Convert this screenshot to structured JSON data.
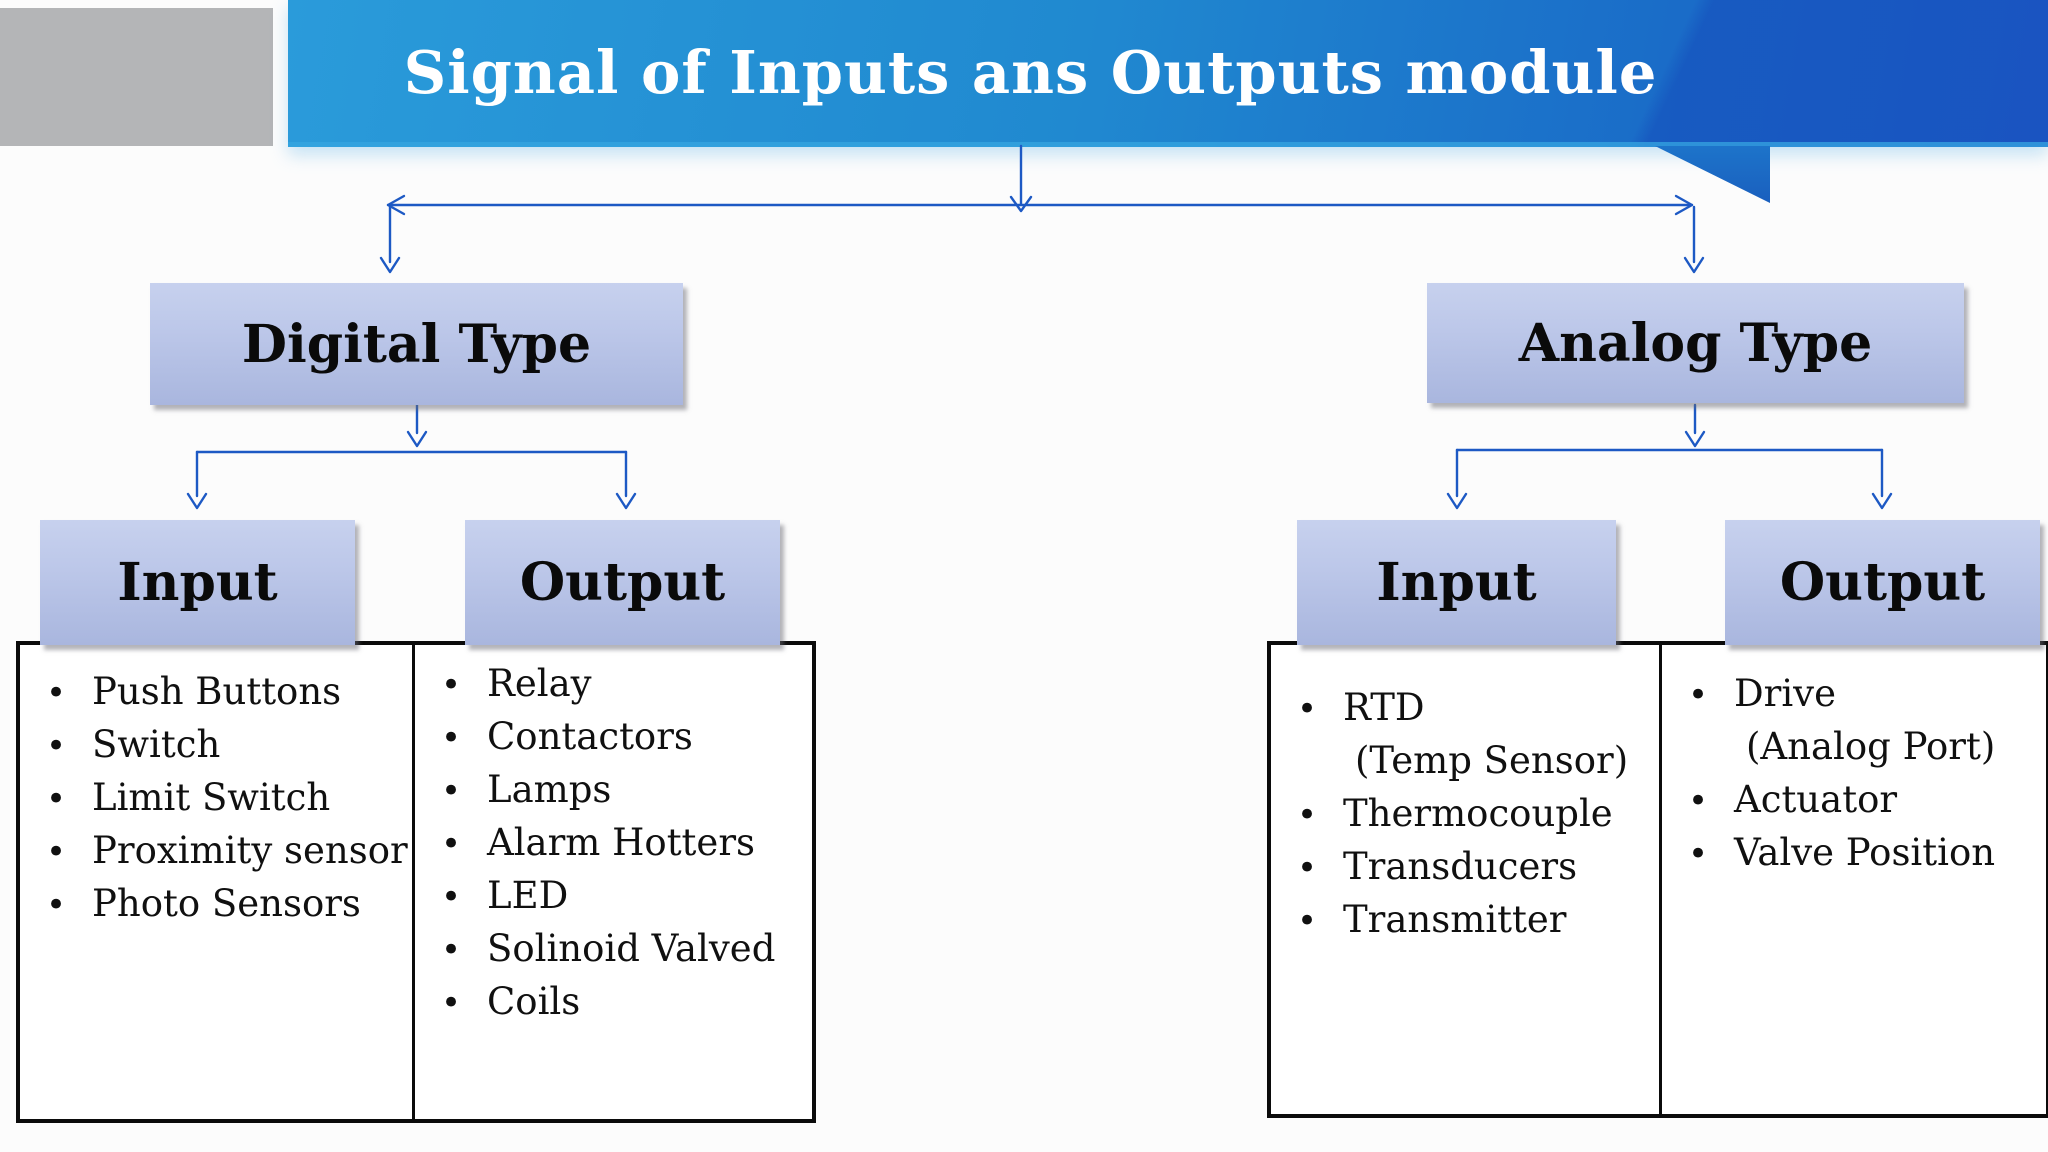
{
  "header": {
    "title": "Signal of Inputs ans Outputs module"
  },
  "nodes": {
    "digital": {
      "label": "Digital Type"
    },
    "analog": {
      "label": "Analog Type"
    },
    "digital_input": {
      "label": "Input"
    },
    "digital_output": {
      "label": "Output"
    },
    "analog_input": {
      "label": "Input"
    },
    "analog_output": {
      "label": "Output"
    }
  },
  "lists": {
    "digital_input": [
      "Push Buttons",
      "Switch",
      "Limit Switch",
      "Proximity sensor",
      "Photo Sensors"
    ],
    "digital_output": [
      "Relay",
      "Contactors",
      "Lamps",
      "Alarm Hotters",
      "LED",
      "Solinoid Valved",
      "Coils"
    ],
    "analog_input": [
      [
        "RTD",
        "(Temp Sensor)"
      ],
      "Thermocouple",
      "Transducers",
      "Transmitter"
    ],
    "analog_output": [
      [
        "Drive",
        "(Analog Port)"
      ],
      "Actuator",
      "Valve Position"
    ]
  },
  "icons": {
    "bullet": "bullet-dot-icon",
    "arrow": "down-arrow-connector"
  },
  "colors": {
    "banner_start": "#2a9bda",
    "banner_end": "#1f5ec8",
    "banner_tail": "#1d74ca",
    "connector": "#1d59c4",
    "node_fill_top": "#c7d1ee",
    "node_fill_bottom": "#a9b6de",
    "corner_gray": "#b4b5b7",
    "list_border": "#0b0b0b",
    "title_text": "#ffffff",
    "node_text": "#0a0a0a"
  }
}
